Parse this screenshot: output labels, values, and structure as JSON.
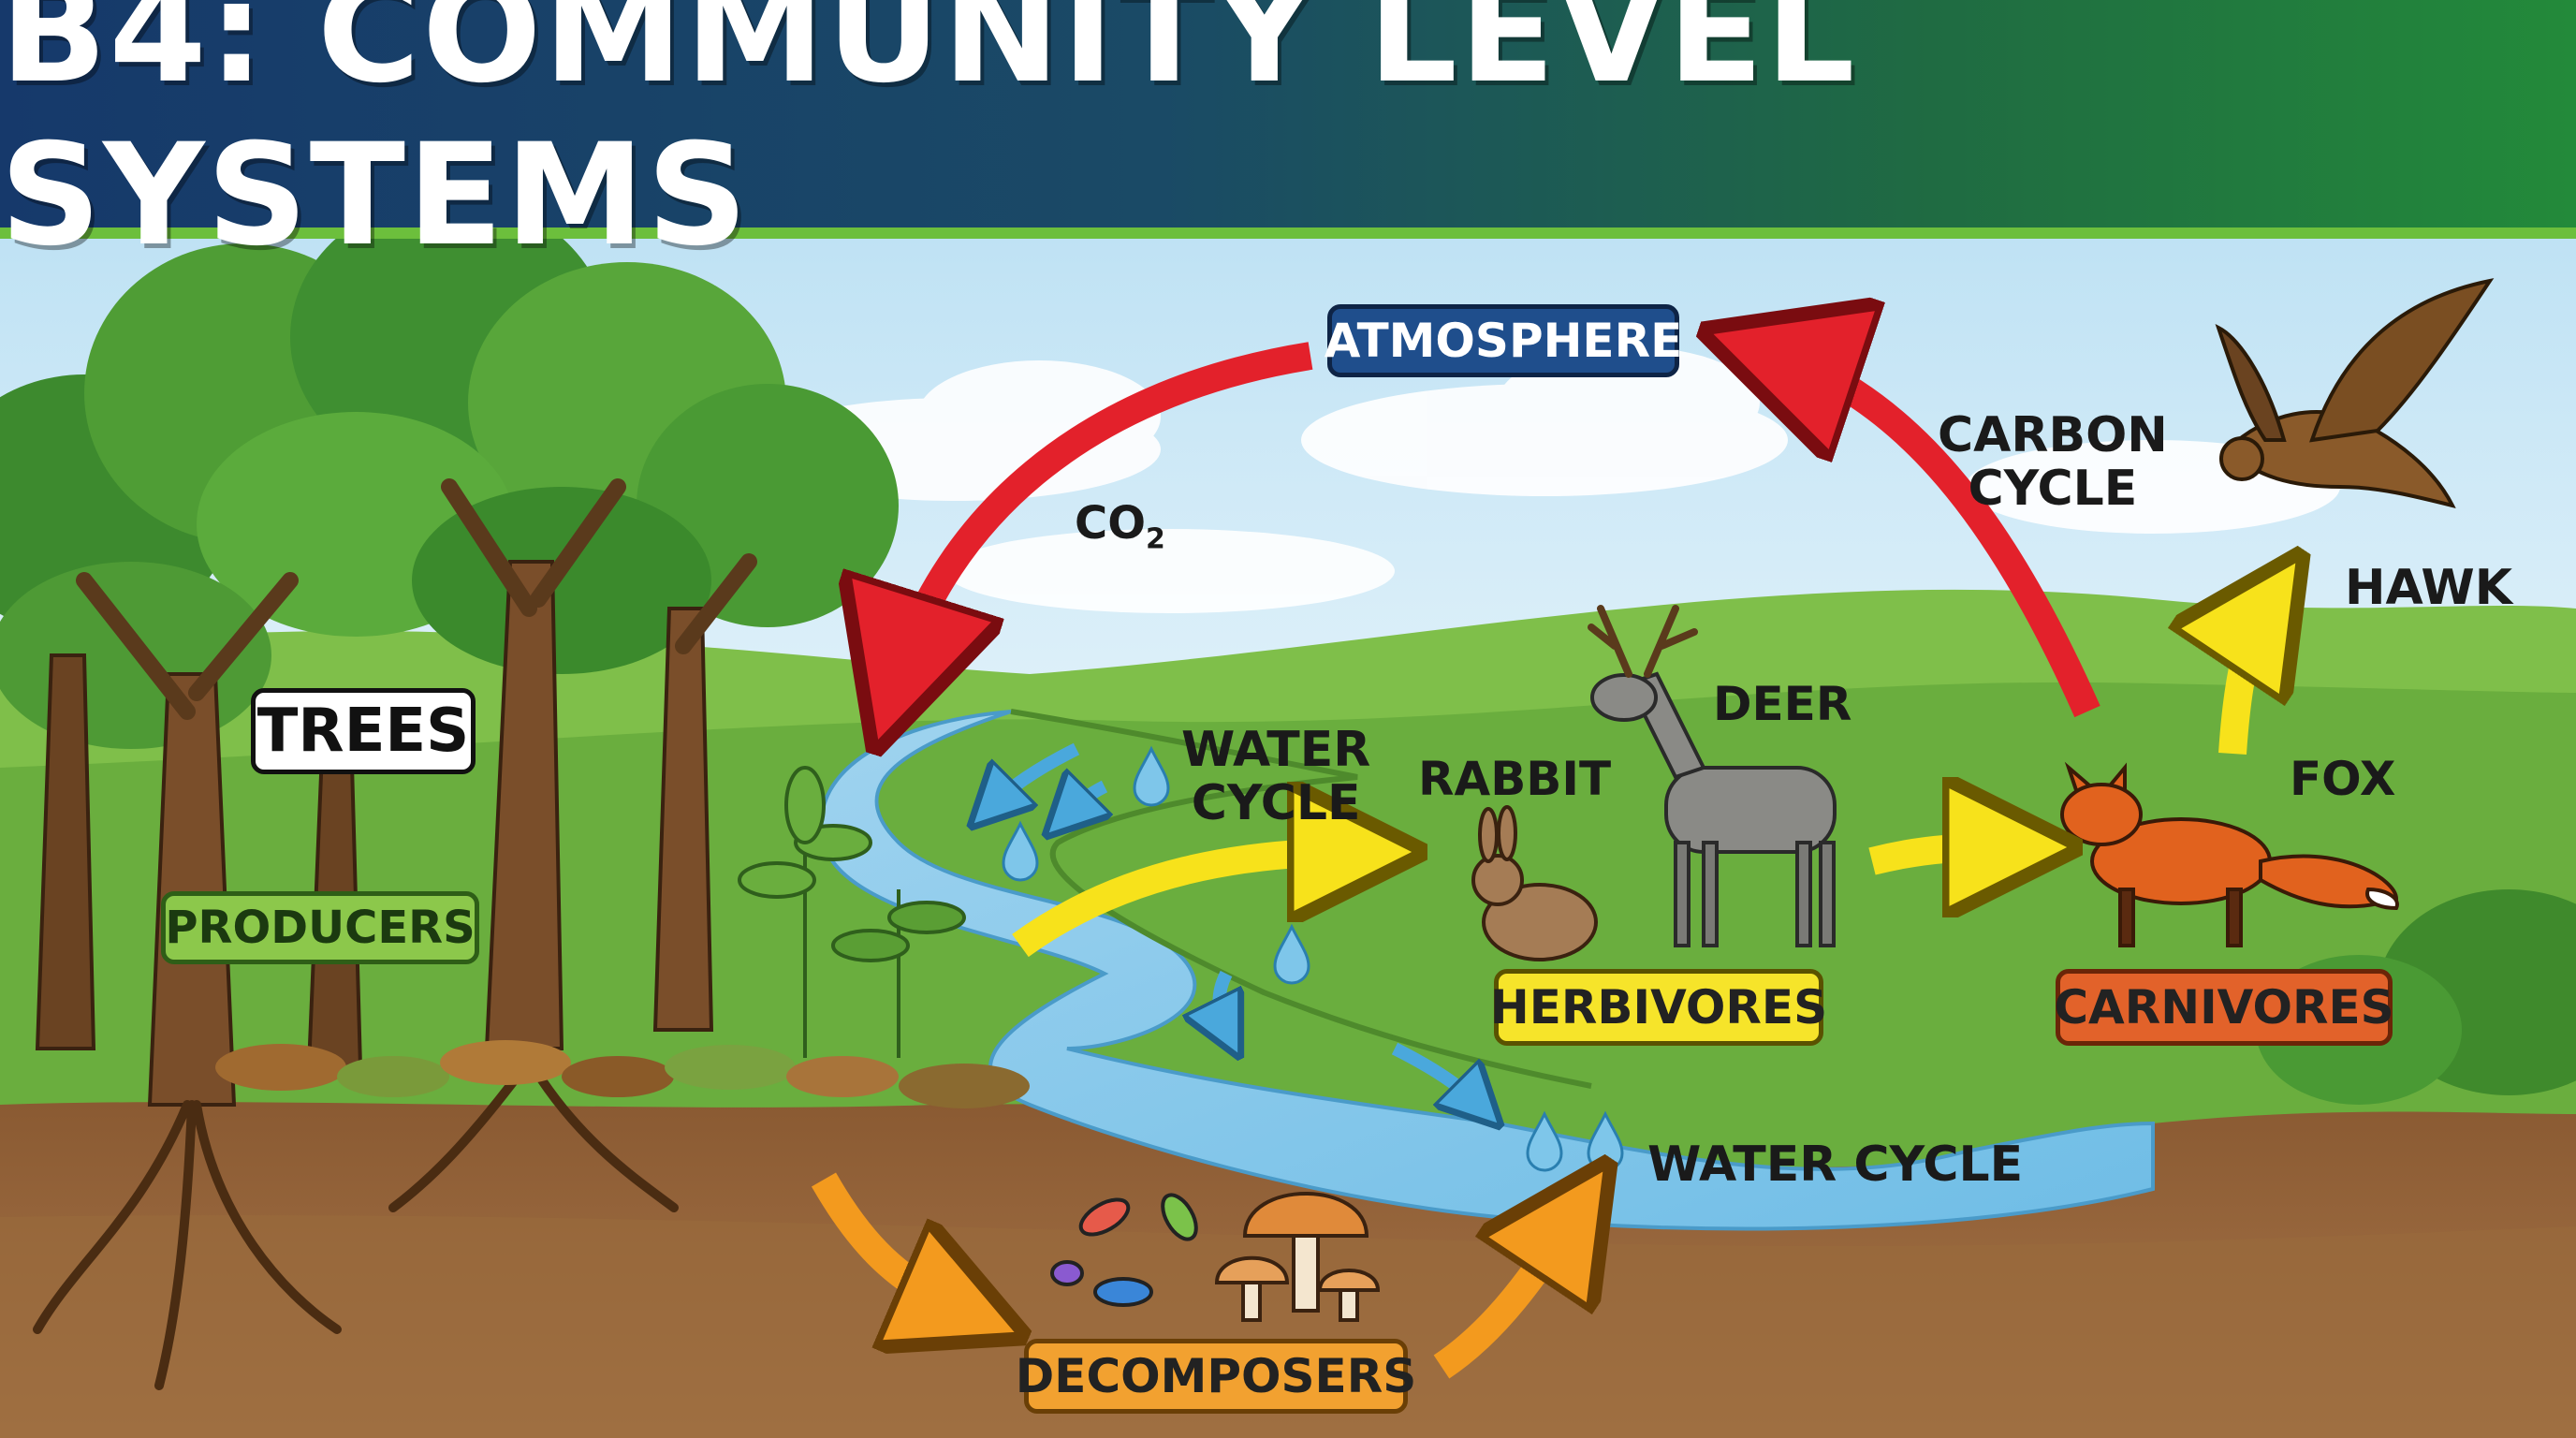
{
  "title": "B4: COMMUNITY LEVEL SYSTEMS",
  "labels": {
    "atmosphere": "ATMOSPHERE",
    "co2_main": "CO",
    "co2_sub": "2",
    "carbon_cycle_line1": "CARBON",
    "carbon_cycle_line2": "CYCLE",
    "hawk": "HAWK",
    "trees": "TREES",
    "producers": "PRODUCERS",
    "water_cycle_upper_line1": "WATER",
    "water_cycle_upper_line2": "CYCLE",
    "water_cycle_lower": "WATER CYCLE",
    "rabbit": "RABBIT",
    "deer": "DEER",
    "fox": "FOX",
    "herbivores": "HERBIVORES",
    "carnivores": "CARNIVORES",
    "decomposers": "DECOMPOSERS"
  },
  "colors": {
    "carbon_arrow": "#e3212b",
    "energy_arrow": "#f7e21b",
    "decomposer_arrow": "#f39a1e",
    "water_arrow": "#4aa8dc",
    "title_left": "#16396b",
    "title_right": "#238a3a"
  },
  "icons": [
    "tree-icon",
    "plant-icon",
    "leaf-litter-icon",
    "rabbit-icon",
    "deer-icon",
    "fox-icon",
    "hawk-icon",
    "bacteria-icon",
    "mushroom-icon",
    "water-drop-icon",
    "river-icon"
  ]
}
